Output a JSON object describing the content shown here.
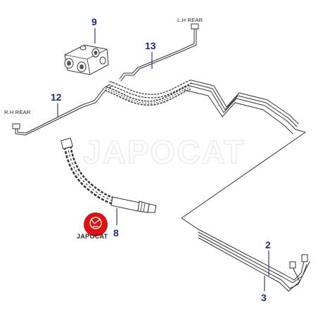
{
  "watermark": {
    "text": "JAPOCAT"
  },
  "logo": {
    "text": "JAPOCAT",
    "color": "#e01010"
  },
  "side_labels": {
    "left_rear": "L.H REAR",
    "right_rear": "R.H REAR"
  },
  "callouts": [
    {
      "id": "9",
      "part": "brake-valve"
    },
    {
      "id": "13",
      "part": "brake-pipe-left-rear"
    },
    {
      "id": "12",
      "part": "brake-pipe-right-rear"
    },
    {
      "id": "8",
      "part": "brake-hose"
    },
    {
      "id": "2",
      "part": "brake-pipe-front-upper"
    },
    {
      "id": "3",
      "part": "brake-pipe-front-lower"
    }
  ],
  "colors": {
    "callout": "#1a2a9a",
    "line": "#333333",
    "logo": "#e01010"
  }
}
